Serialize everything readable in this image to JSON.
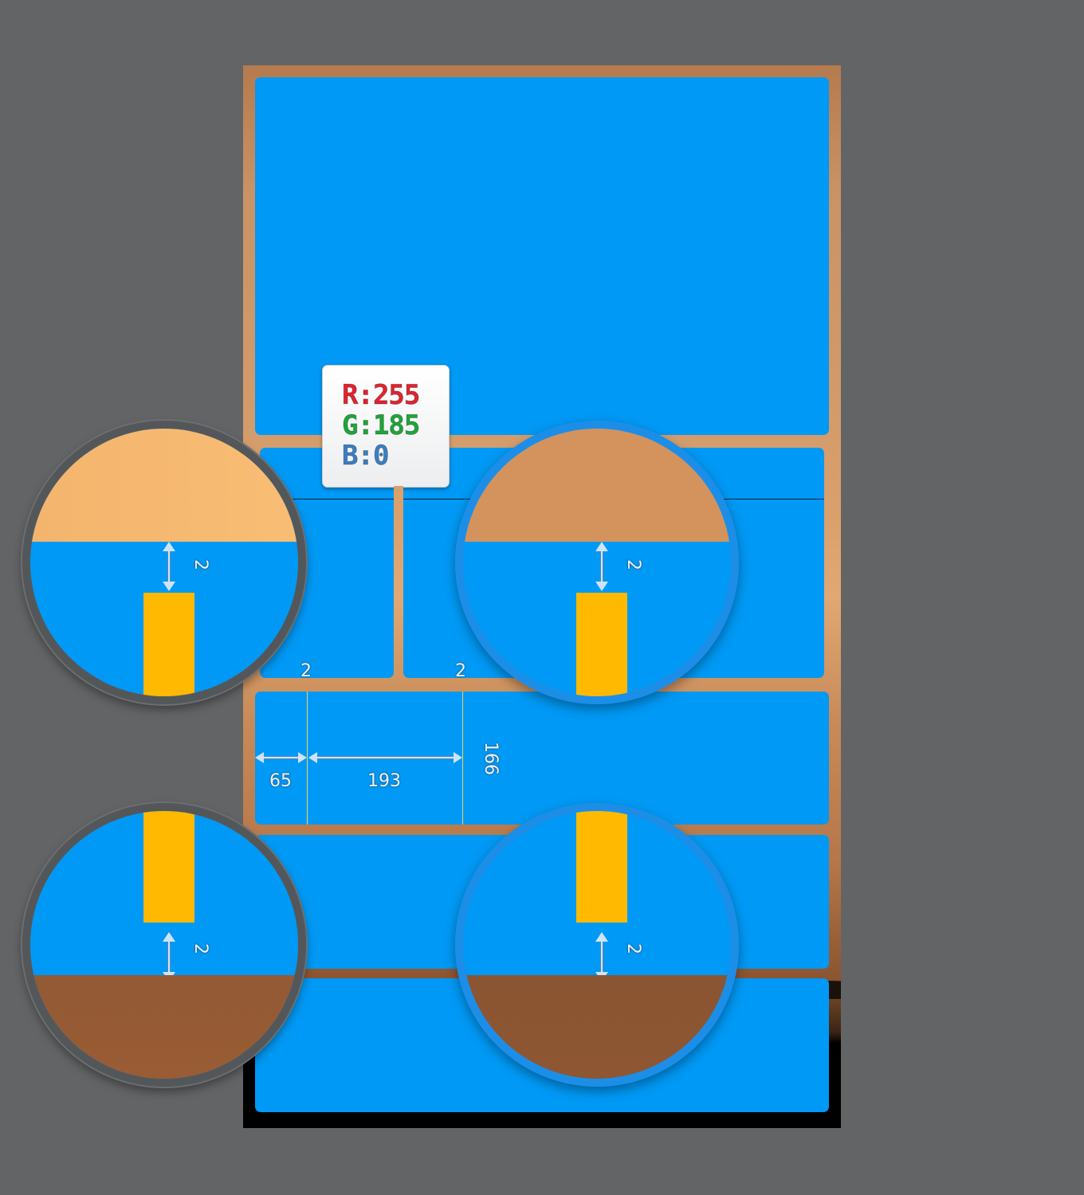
{
  "colors": {
    "tile_blue": "#0099f5",
    "accent_yellow": "#ffb900",
    "canvas_gray": "#636466"
  },
  "rgb_readout": {
    "r": "R:255",
    "g": "G:185",
    "b": "B:0",
    "r_color": "#e0232e",
    "g_color": "#1fa53a",
    "b_color": "#3b7fc0"
  },
  "measurements": {
    "gap_a": "2",
    "gap_b": "2",
    "left_margin": "65",
    "inner_width": "193",
    "tile_height": "166",
    "lens_top_left_gap": "2",
    "lens_top_right_gap": "2",
    "lens_bottom_left_gap": "2",
    "lens_bottom_right_gap": "2"
  },
  "icons": {
    "dimension_arrow": "double-arrow-icon"
  }
}
